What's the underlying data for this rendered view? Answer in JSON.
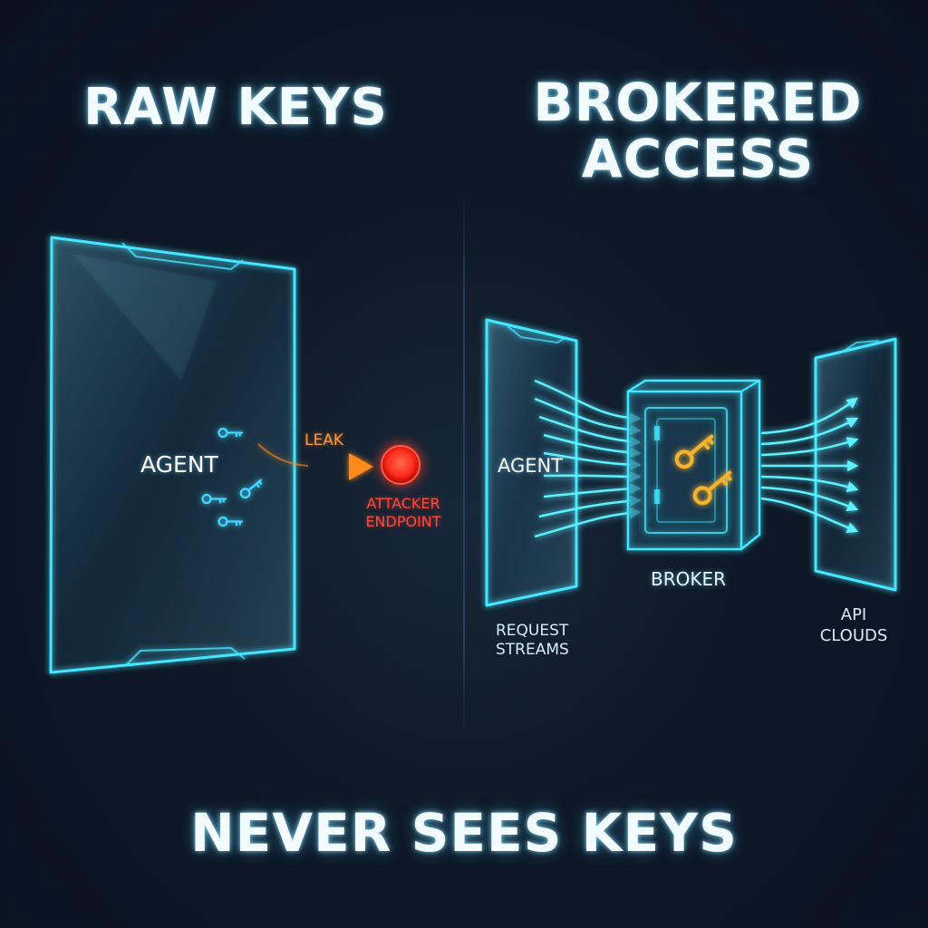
{
  "titles": {
    "left": "RAW KEYS",
    "right_line1": "BROKERED",
    "right_line2": "ACCESS",
    "footer": "NEVER SEES KEYS"
  },
  "left_panel": {
    "agent_label": "AGENT",
    "leak_label": "LEAK",
    "attacker_line1": "ATTACKER",
    "attacker_line2": "ENDPOINT"
  },
  "right_panel": {
    "agent_label": "AGENT",
    "broker_label": "BROKER",
    "request_line1": "REQUEST",
    "request_line2": "STREAMS",
    "api_line1": "API",
    "api_line2": "CLOUDS"
  },
  "colors": {
    "neon_cyan": "#45e6ff",
    "leak_orange": "#ff8a1f",
    "attacker_red": "#ff3328",
    "key_gold": "#f2b12e",
    "background": "#0e1826"
  }
}
